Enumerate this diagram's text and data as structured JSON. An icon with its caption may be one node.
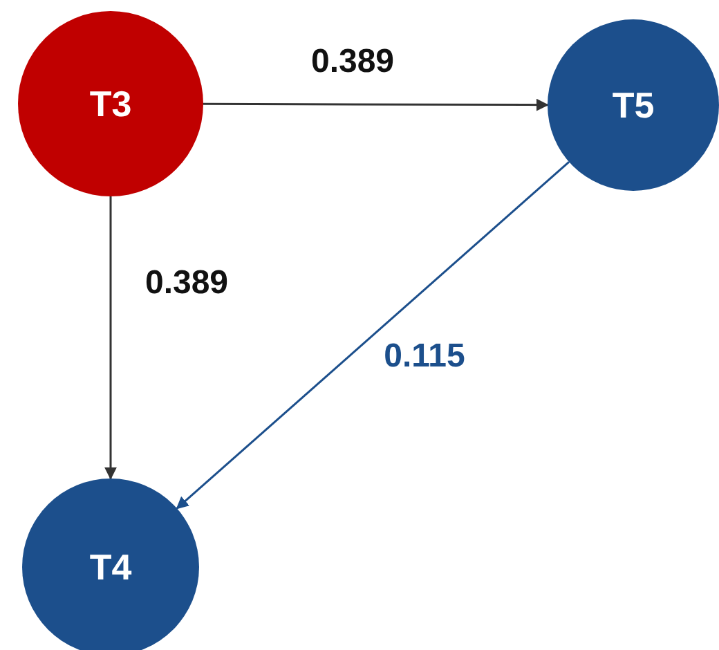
{
  "diagram": {
    "nodes": [
      {
        "text": [
          "T3"
        ]
      },
      {
        "text": [
          "T5"
        ]
      },
      {
        "text": [
          "T4"
        ]
      }
    ],
    "edges": [
      {
        "from": 0,
        "to": 1,
        "arrow": "to",
        "label": "0.389"
      },
      {
        "from": 0,
        "to": 2,
        "arrow": "to",
        "label": "0.389"
      },
      {
        "from": 1,
        "to": 2,
        "arrow": "to",
        "label": "0.115",
        "color": "#1c4f8c"
      }
    ]
  }
}
